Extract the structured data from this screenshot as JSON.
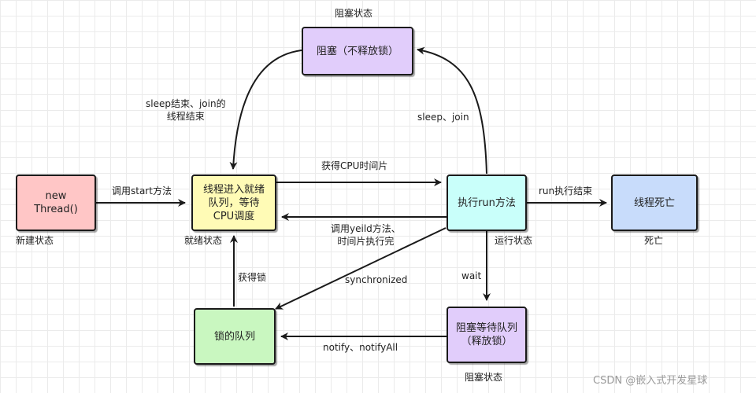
{
  "nodes": {
    "new": {
      "text": "new\nThread()",
      "caption": "新建状态",
      "color": "#ffc6c6"
    },
    "ready": {
      "text": "线程进入就绪\n队列，等待\nCPU调度",
      "caption": "就绪状态",
      "color": "#fffbb6"
    },
    "blocked": {
      "text": "阻塞（不释放锁）",
      "caption": "阻塞状态",
      "color": "#e1cdfb"
    },
    "running": {
      "text": "执行run方法",
      "caption": "运行状态",
      "color": "#c9fffa"
    },
    "dead": {
      "text": "线程死亡",
      "caption": "死亡",
      "color": "#c8dcfb"
    },
    "lock": {
      "text": "锁的队列",
      "color": "#c9f7c0"
    },
    "waiting": {
      "text": "阻塞等待队列\n（释放锁）",
      "caption": "阻塞状态",
      "color": "#e1cdfb"
    }
  },
  "edges": {
    "start": "调用start方法",
    "get_cpu": "获得CPU时间片",
    "yield": "调用yeild方法、\n时间片执行完",
    "sleep": "sleep、join",
    "sleep_end": "sleep结束、join的\n线程结束",
    "run_end": "run执行结束",
    "sync": "synchronized",
    "wait": "wait",
    "notify": "notify、notifyAll",
    "get_lock": "获得锁"
  },
  "watermark": "CSDN @嵌入式开发星球"
}
